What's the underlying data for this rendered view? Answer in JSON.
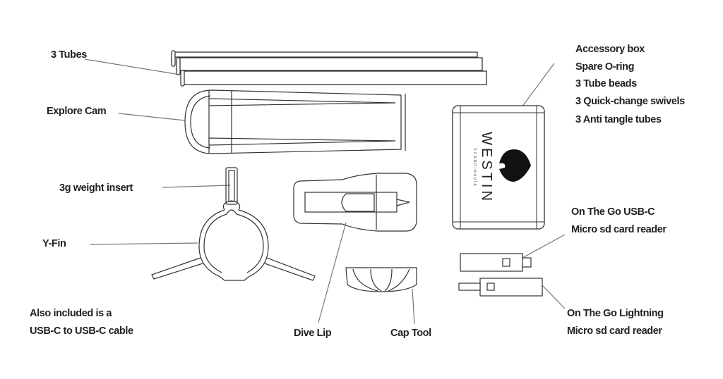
{
  "labels": {
    "tubes": "3 Tubes",
    "explore_cam": "Explore Cam",
    "weight_insert": "3g weight insert",
    "y_fin": "Y-Fin",
    "also_line1": "Also included is a",
    "also_line2": "USB-C to USB-C cable",
    "dive_lip": "Dive Lip",
    "cap_tool": "Cap Tool",
    "accessory_list": [
      "Accessory box",
      "Spare O-ring",
      "3 Tube beads",
      "3 Quick-change swivels",
      "3 Anti tangle tubes"
    ],
    "usbc_line1": "On The Go USB-C",
    "usbc_line2": "Micro sd card reader",
    "lightning_line1": "On The Go Lightning",
    "lightning_line2": "Micro sd card reader"
  },
  "logo": {
    "brand": "WESTIN",
    "sub": "SCANDINAVIA"
  },
  "colors": {
    "line": "#333333",
    "leader": "#777777",
    "text": "#222222"
  }
}
